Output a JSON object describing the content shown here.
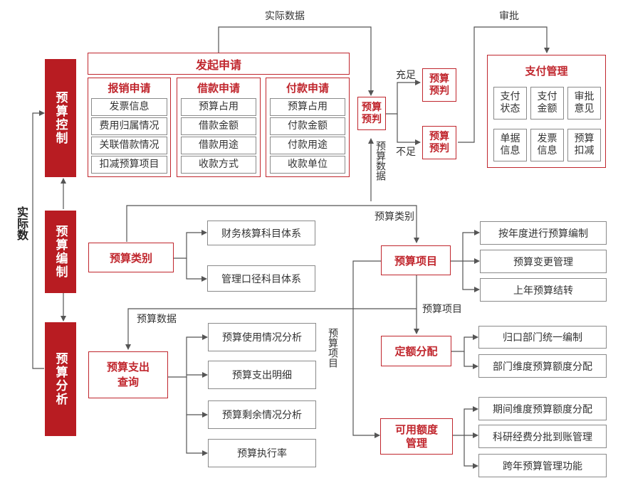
{
  "left_blocks": {
    "control": "预算控制",
    "compile": "预算编制",
    "analysis": "预算分析",
    "actual_vertical": "实际数"
  },
  "labels": {
    "actual_data_top": "实际数据",
    "approval": "审批",
    "sufficient": "充足",
    "insufficient": "不足",
    "budget_data_vertical": "预算数据",
    "budget_type": "预算类别",
    "budget_item": "预算项目",
    "budget_data_left": "预算数据",
    "budget_item_vertical": "预算项目"
  },
  "apply": {
    "title": "发起申请",
    "columns": [
      {
        "title": "报销申请",
        "items": [
          "发票信息",
          "费用归属情况",
          "关联借款情况",
          "扣减预算项目"
        ]
      },
      {
        "title": "借款申请",
        "items": [
          "预算占用",
          "借款金额",
          "借款用途",
          "收款方式"
        ]
      },
      {
        "title": "付款申请",
        "items": [
          "预算占用",
          "付款金额",
          "付款用途",
          "收款单位"
        ]
      }
    ]
  },
  "prejudge": {
    "main": "预算预判",
    "upper": "预算预判",
    "lower": "预算预判"
  },
  "payment": {
    "title": "支付管理",
    "cells": [
      "支付状态",
      "支付金额",
      "审批意见",
      "单据信息",
      "发票信息",
      "预算扣减"
    ]
  },
  "budget_category": {
    "title": "预算类别",
    "items": [
      "财务核算科目体系",
      "管理口径科目体系"
    ]
  },
  "budget_project": {
    "title": "预算项目",
    "items": [
      "按年度进行预算编制",
      "预算变更管理",
      "上年预算结转"
    ]
  },
  "quota": {
    "title": "定额分配",
    "items": [
      "归口部门统一编制",
      "部门维度预算额度分配"
    ]
  },
  "available": {
    "title": "可用额度管理",
    "items": [
      "期间维度预算额度分配",
      "科研经费分批到账管理",
      "跨年预算管理功能"
    ]
  },
  "query": {
    "title": "预算支出查询",
    "items": [
      "预算使用情况分析",
      "预算支出明细",
      "预算剩余情况分析",
      "预算执行率"
    ]
  }
}
